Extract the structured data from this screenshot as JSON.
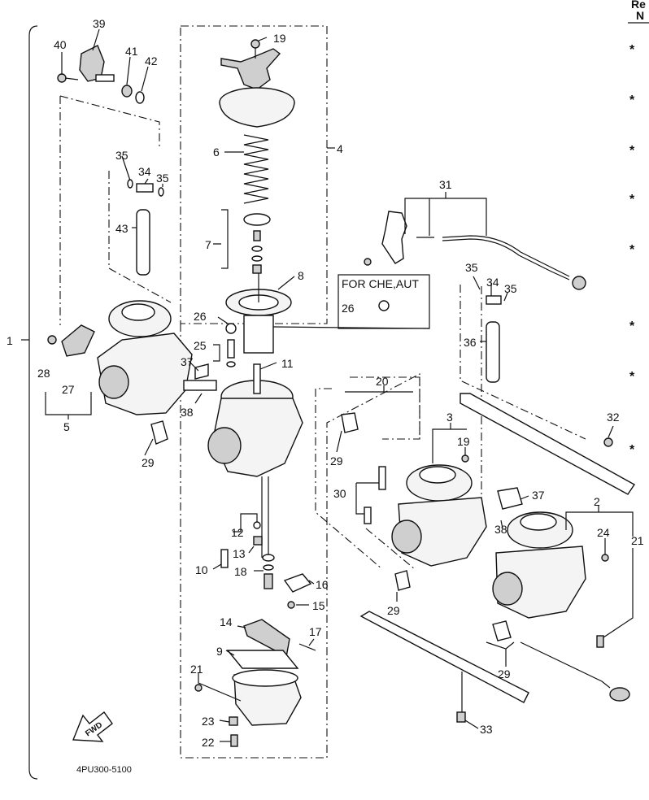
{
  "callouts": [
    "1",
    "2",
    "3",
    "4",
    "5",
    "6",
    "7",
    "8",
    "9",
    "10",
    "11",
    "12",
    "13",
    "14",
    "15",
    "16",
    "17",
    "18",
    "19",
    "19",
    "19",
    "20",
    "21",
    "21",
    "22",
    "23",
    "24",
    "25",
    "26",
    "26",
    "27",
    "28",
    "29",
    "29",
    "29",
    "29",
    "30",
    "31",
    "32",
    "33",
    "34",
    "34",
    "35",
    "35",
    "35",
    "35",
    "36",
    "37",
    "37",
    "38",
    "38",
    "39",
    "40",
    "41",
    "42",
    "43"
  ],
  "note_box": "FOR CHE,AUT",
  "drawing_code": "4PU300-5100",
  "fwd_label": "FWD",
  "header_fragment_1": "Re",
  "header_fragment_2": "N",
  "marker": "*"
}
